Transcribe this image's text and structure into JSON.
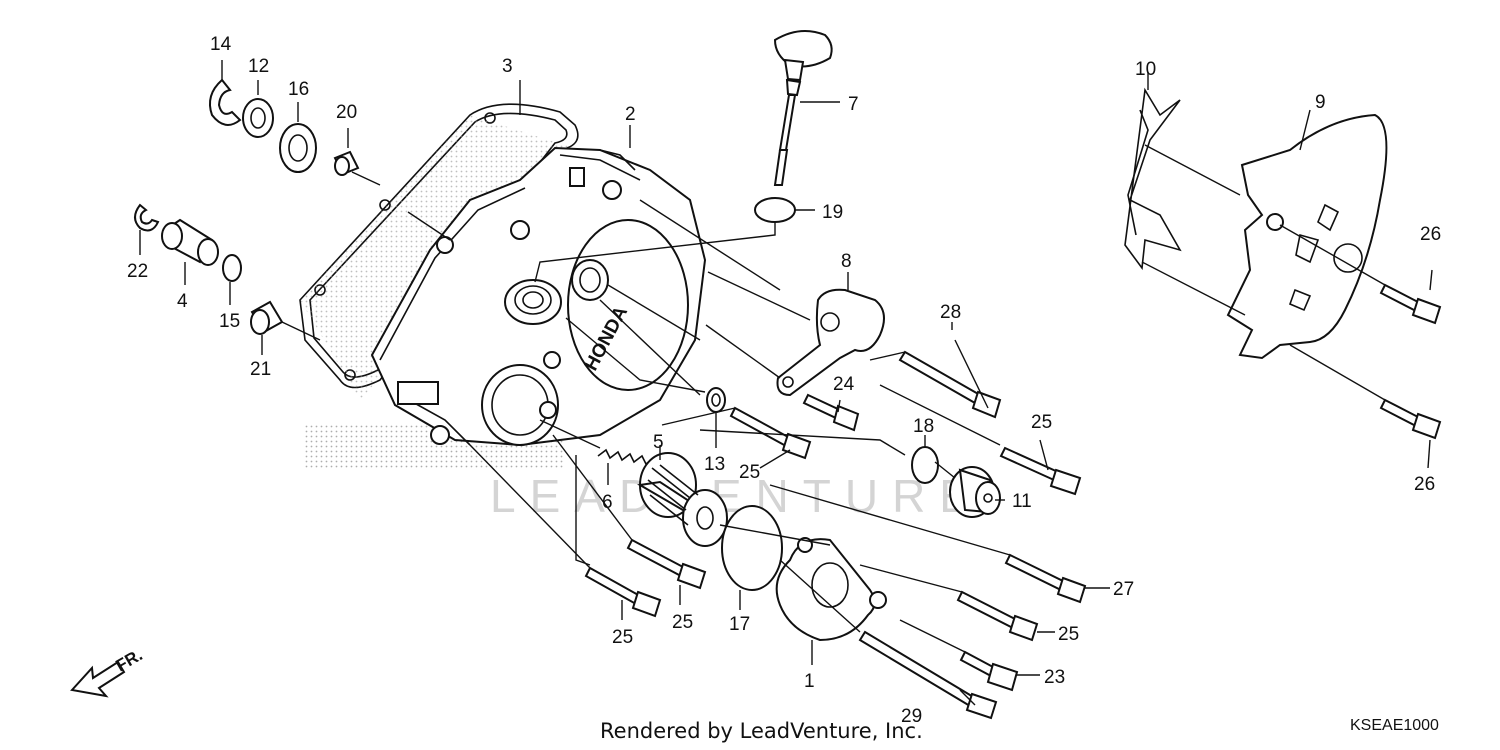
{
  "callouts": {
    "c1": "1",
    "c2": "2",
    "c3": "3",
    "c4": "4",
    "c5": "5",
    "c6": "6",
    "c7": "7",
    "c8": "8",
    "c9": "9",
    "c10": "10",
    "c11": "11",
    "c12": "12",
    "c13": "13",
    "c14": "14",
    "c15": "15",
    "c16": "16",
    "c17": "17",
    "c18": "18",
    "c19": "19",
    "c20": "20",
    "c21": "21",
    "c22": "22",
    "c23": "23",
    "c24": "24",
    "c25a": "25",
    "c25b": "25",
    "c25c": "25",
    "c25d": "25",
    "c25e": "25",
    "c26a": "26",
    "c26b": "26",
    "c27": "27",
    "c28": "28",
    "c29": "29"
  },
  "cover_logo": "HONDA",
  "watermark": "LEADVENTURE",
  "footer": {
    "rendered_by": "Rendered by LeadVenture, Inc.",
    "diagram_code": "KSEAE1000"
  },
  "direction_marker": "FR.",
  "icons": {
    "front_arrow": "arrow-left-icon"
  }
}
